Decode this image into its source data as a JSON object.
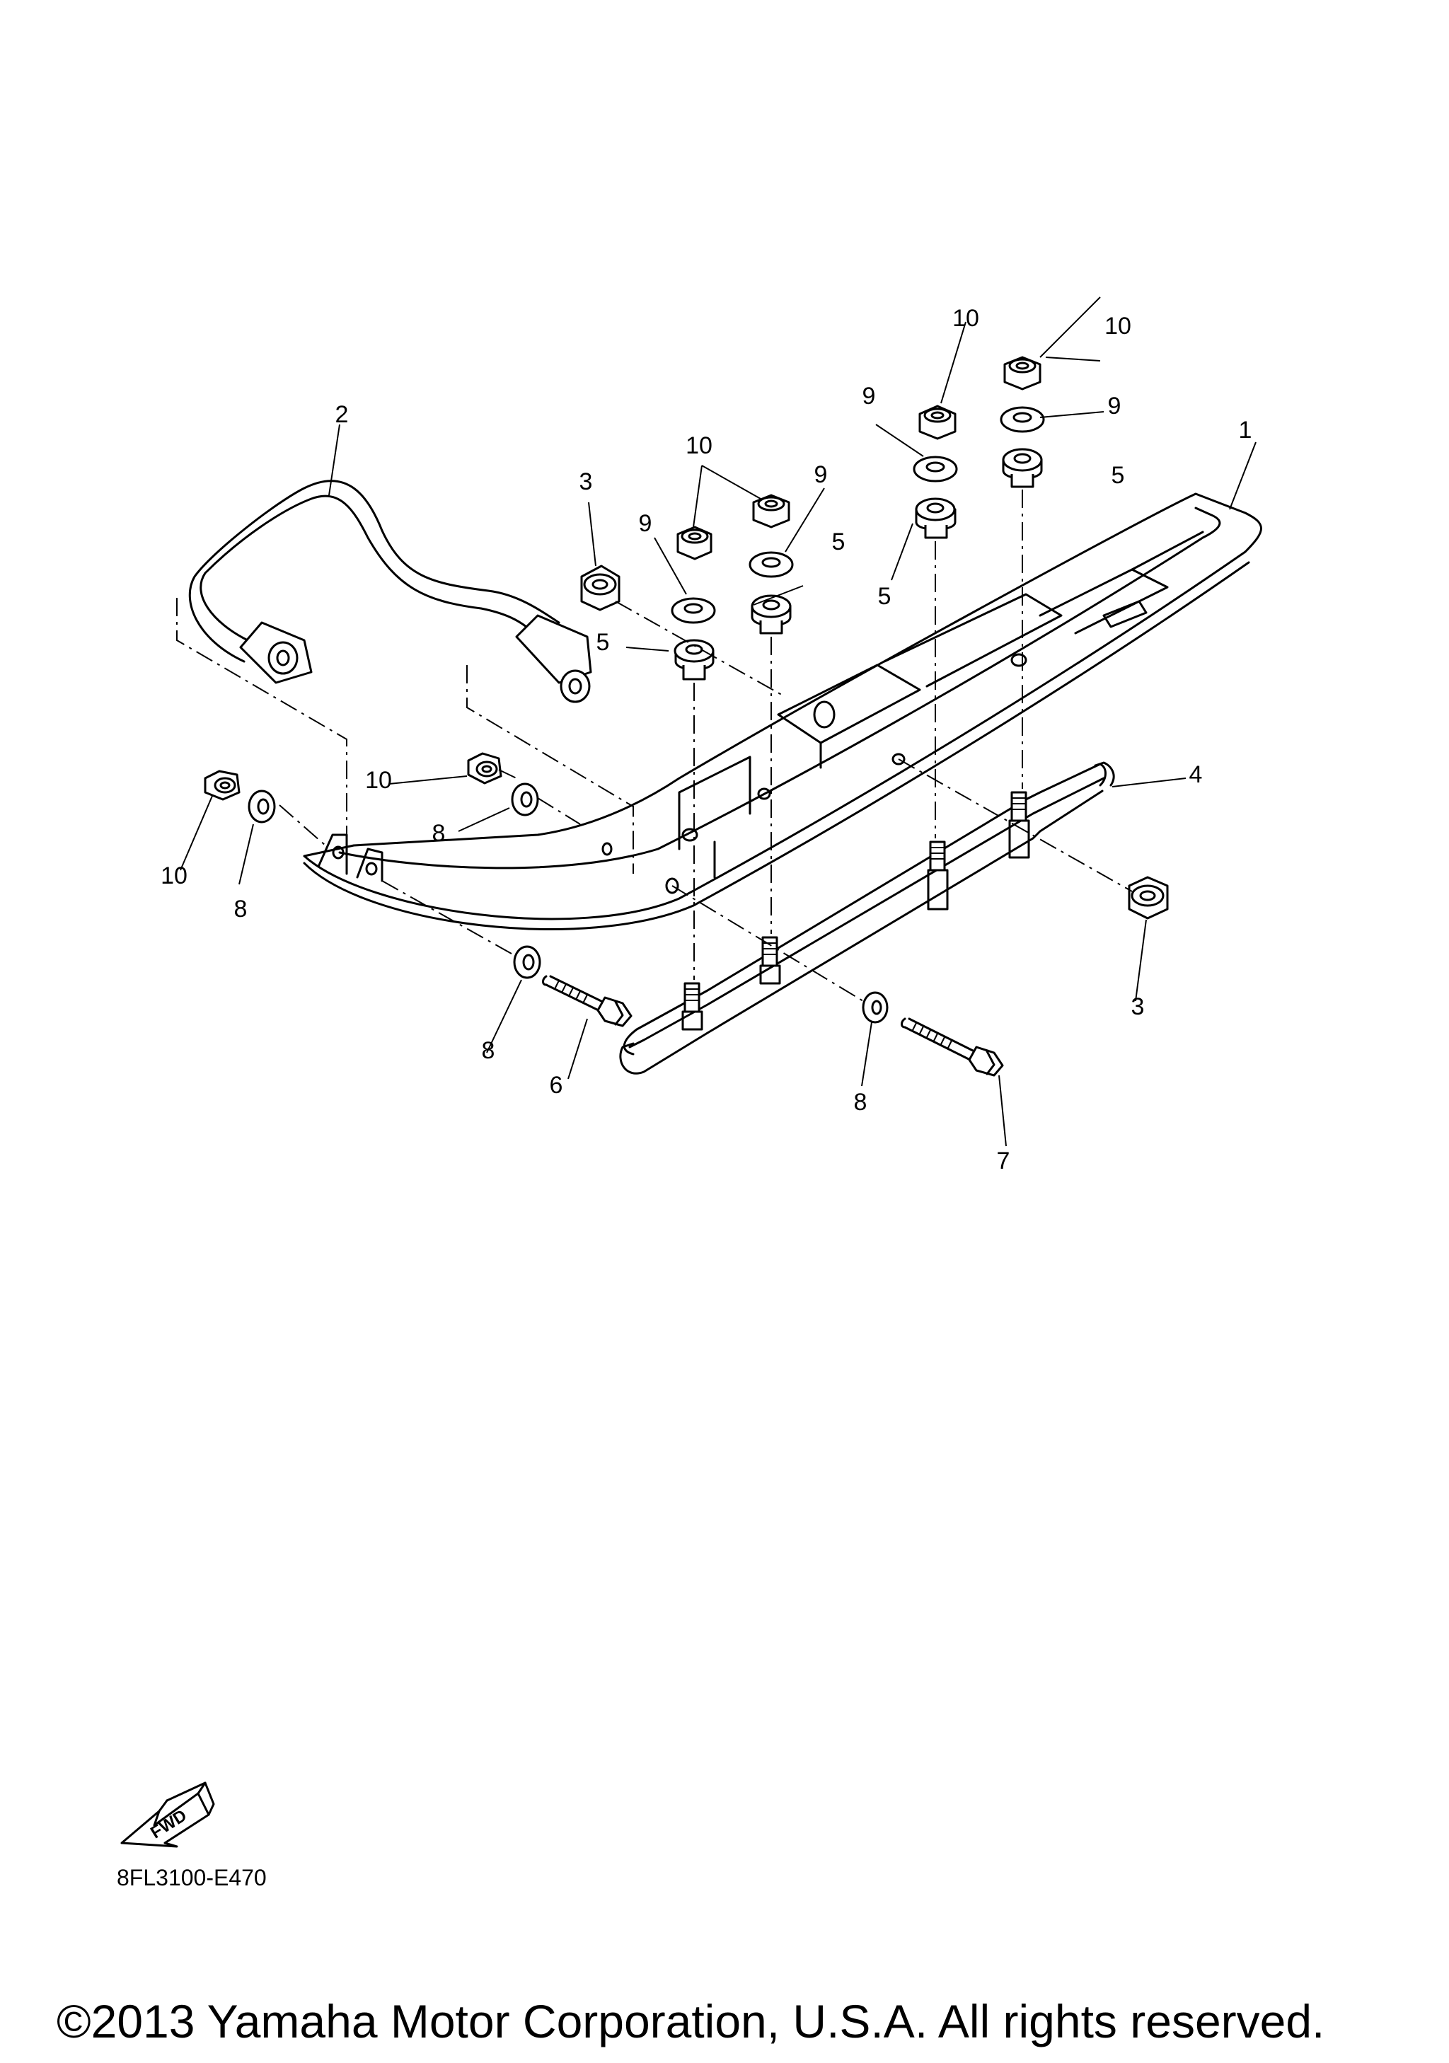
{
  "callouts": {
    "c1": "1",
    "c2": "2",
    "c3a": "3",
    "c3b": "3",
    "c4": "4",
    "c5a": "5",
    "c5b": "5",
    "c5c": "5",
    "c5d": "5",
    "c6": "6",
    "c7": "7",
    "c8a": "8",
    "c8b": "8",
    "c8c": "8",
    "c8d": "8",
    "c9a": "9",
    "c9b": "9",
    "c9c": "9",
    "c9d": "9",
    "c10a": "10",
    "c10b": "10",
    "c10c": "10",
    "c10d": "10",
    "c10e": "10"
  },
  "fwd_label": "FWD",
  "diagram_code": "8FL3100-E470",
  "copyright": "©2013 Yamaha Motor Corporation, U.S.A. All rights reserved."
}
